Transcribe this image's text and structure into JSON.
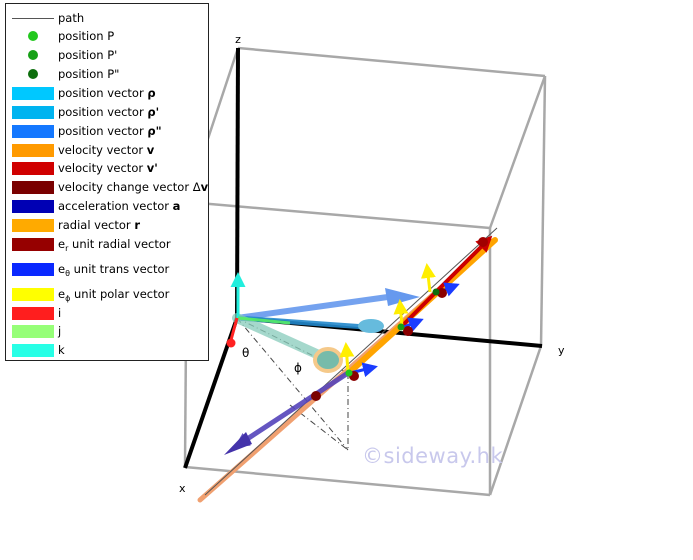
{
  "axes": {
    "x": "x",
    "y": "y",
    "z": "z"
  },
  "angles": {
    "theta": "θ",
    "phi": "ϕ"
  },
  "watermark": "©sideway.hk",
  "legend": [
    {
      "kind": "line",
      "color": "#555555",
      "text": "path"
    },
    {
      "kind": "dot",
      "color": "#22c81e",
      "text": "position P"
    },
    {
      "kind": "dot",
      "color": "#16a016",
      "text": "position P'"
    },
    {
      "kind": "dot",
      "color": "#0d6e0d",
      "text": "position P\""
    },
    {
      "kind": "block",
      "color": "#00c8ff",
      "text": "position vector ",
      "bold": "ρ"
    },
    {
      "kind": "block",
      "color": "#00b4f0",
      "text": "position vector ",
      "bold": "ρ'"
    },
    {
      "kind": "block",
      "color": "#1478ff",
      "text": "position vector ",
      "bold": "ρ\""
    },
    {
      "kind": "block",
      "color": "#ff9a00",
      "text": "velocity vector ",
      "bold": "v"
    },
    {
      "kind": "block",
      "color": "#d00000",
      "text": "velocity vector ",
      "bold": "v'"
    },
    {
      "kind": "block",
      "color": "#7a0000",
      "text": "velocity change vector Δ",
      "bold": "v"
    },
    {
      "kind": "block",
      "color": "#0000b4",
      "text": "acceleration vector ",
      "bold": "a"
    },
    {
      "kind": "block",
      "color": "#ffaa00",
      "text": "radial vector ",
      "bold": "r"
    },
    {
      "kind": "block",
      "color": "#960000",
      "text": "e",
      "sub": "r",
      "after": " unit radial vector"
    },
    {
      "kind": "block",
      "color": "#0a28ff",
      "text": "e",
      "sub": "θ",
      "after": " unit trans vector"
    },
    {
      "kind": "block",
      "color": "#ffff00",
      "text": "e",
      "sub": "ϕ",
      "after": " unit polar vector"
    },
    {
      "kind": "block",
      "color": "#ff1e1e",
      "text": "i"
    },
    {
      "kind": "block",
      "color": "#96ff78",
      "text": "j"
    },
    {
      "kind": "block",
      "color": "#28ffe6",
      "text": "k"
    }
  ]
}
